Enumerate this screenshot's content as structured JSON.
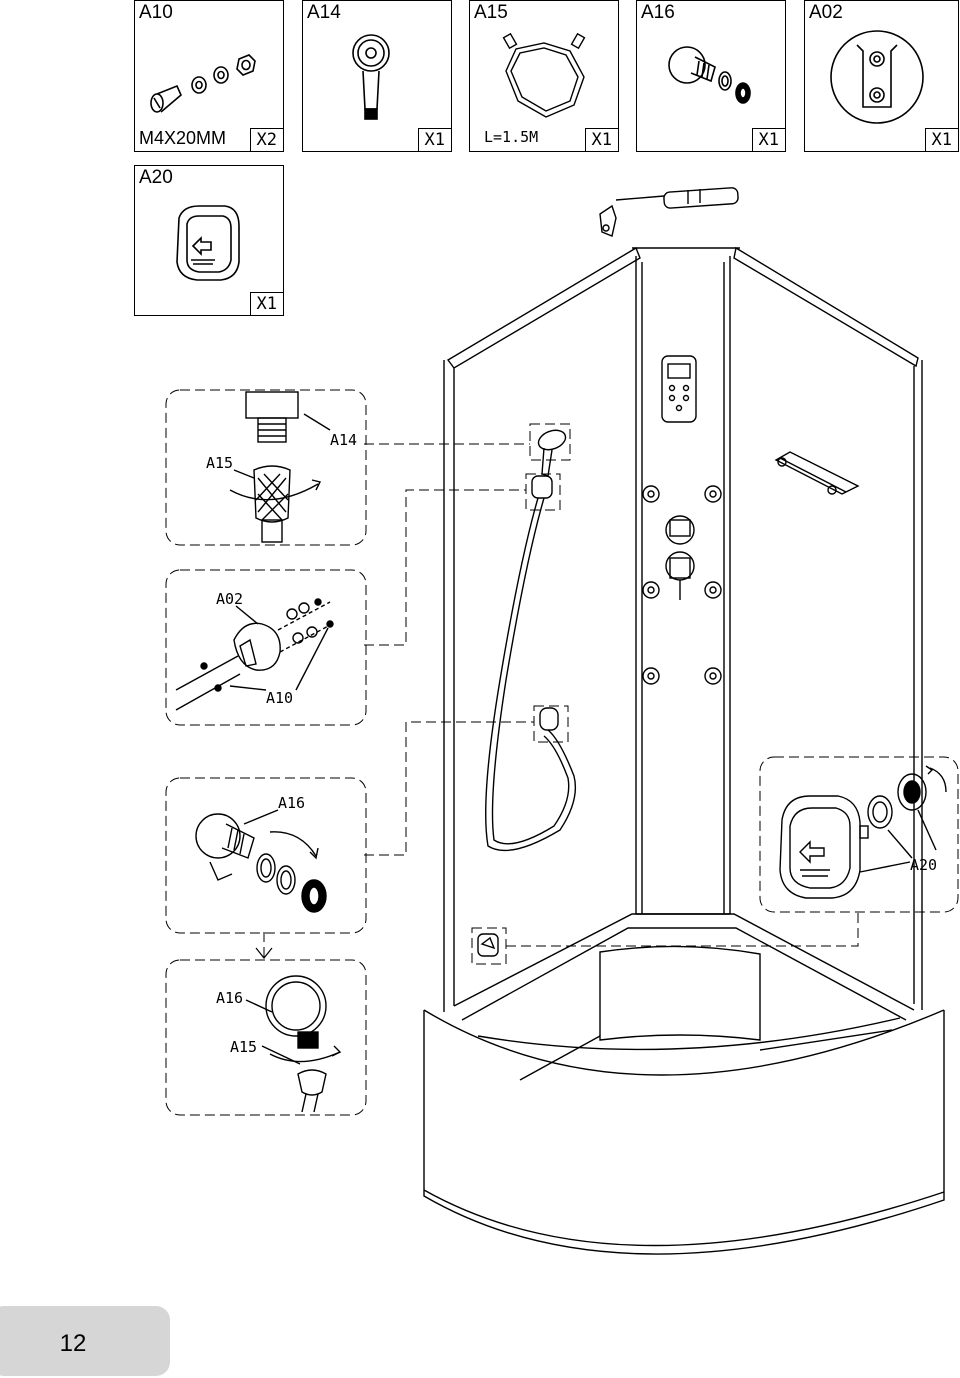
{
  "parts": [
    {
      "code": "A10",
      "note": "M4X20MM",
      "qty": "X2"
    },
    {
      "code": "A14",
      "note": "",
      "qty": "X1"
    },
    {
      "code": "A15",
      "note": "L=1.5M",
      "qty": "X1"
    },
    {
      "code": "A16",
      "note": "",
      "qty": "X1"
    },
    {
      "code": "A02",
      "note": "",
      "qty": "X1"
    },
    {
      "code": "A20",
      "note": "",
      "qty": "X1"
    }
  ],
  "callouts": {
    "a14": "A14",
    "a15_top": "A15",
    "a02": "A02",
    "a10": "A10",
    "a16_mid": "A16",
    "a16_bottom": "A16",
    "a15_bottom": "A15",
    "a20": "A20"
  },
  "page": {
    "number": "12"
  }
}
